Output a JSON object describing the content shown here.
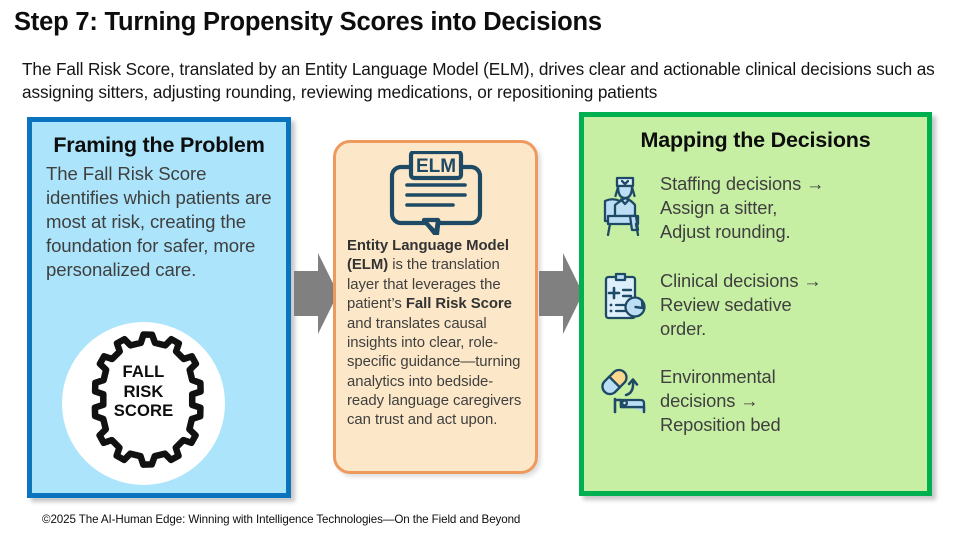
{
  "header": {
    "title": "Step 7: Turning Propensity Scores into Decisions",
    "subtitle": "The Fall Risk Score, translated by an Entity Language Model (ELM), drives clear and actionable clinical decisions such as assigning sitters, adjusting rounding, reviewing medications, or repositioning patients"
  },
  "panels": {
    "framing": {
      "heading": "Framing the Problem",
      "body": "The Fall Risk Score identifies which patients are most at risk, creating the foundation for safer, more personalized care.",
      "badge": {
        "line1": "FALL",
        "line2": "RISK",
        "line3": "SCORE"
      },
      "fill_color": "#ACE5FB",
      "border_color": "#0C73BE"
    },
    "translation": {
      "icon_label": "ELM",
      "body_part_1": "Entity Language Model (ELM)",
      "body_part_2": " is the translation layer that leverages the patient’s ",
      "body_part_3": "Fall Risk Score",
      "body_part_4": " and translates causal insights into clear, role-specific guidance—turning analytics into bedside-ready language caregivers can trust and act upon.",
      "fill_color": "#FCE8C8",
      "border_color": "#EE9A5E"
    },
    "mapping": {
      "heading": "Mapping the Decisions",
      "fill_color": "#C7EFA4",
      "border_color": "#00B050",
      "decisions": [
        {
          "icon": "seated-nurse-icon",
          "line1": "Staffing decisions →",
          "line2": "Assign a sitter,",
          "line3": "Adjust rounding."
        },
        {
          "icon": "clipboard-refresh-icon",
          "line1": "Clinical decisions →",
          "line2": "Review sedative",
          "line3": "order."
        },
        {
          "icon": "pill-bed-icon",
          "line1": "Environmental",
          "line2": "decisions →",
          "line3": "Reposition bed"
        }
      ]
    }
  },
  "arrows": {
    "color": "#808080",
    "count": 2
  },
  "footer": {
    "text": "©2025 The AI-Human Edge: Winning with Intelligence Technologies—On the Field and Beyond"
  }
}
